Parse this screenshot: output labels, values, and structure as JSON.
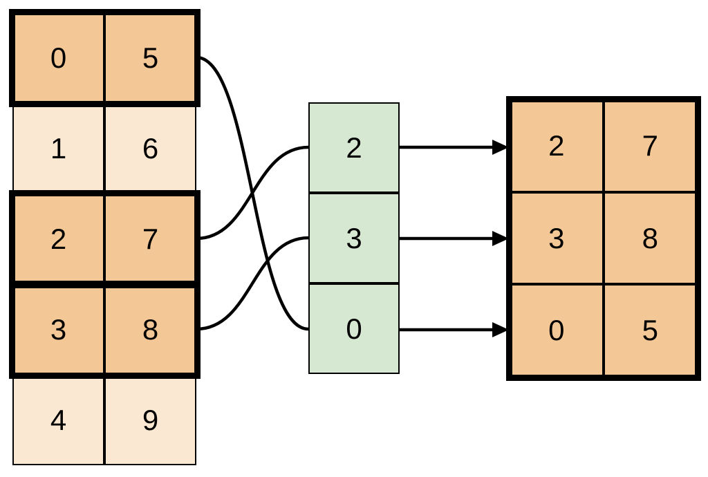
{
  "colors": {
    "highlight_fill": "#F4C896",
    "muted_fill": "#FBE8D3",
    "index_fill": "#D6E8D1",
    "line_color": "#000000",
    "bg": "#FFFFFF"
  },
  "diagram": {
    "description": "Fancy-indexing diagram: a 5x2 source matrix, a 3x1 index array selecting rows [2,3,0], and the resulting 3x2 matrix",
    "source_matrix": {
      "rows": [
        [
          "0",
          "5"
        ],
        [
          "1",
          "6"
        ],
        [
          "2",
          "7"
        ],
        [
          "3",
          "8"
        ],
        [
          "4",
          "9"
        ]
      ],
      "highlighted_row_indices": [
        0,
        2,
        3
      ]
    },
    "index_array": {
      "values": [
        "2",
        "3",
        "0"
      ]
    },
    "result_matrix": {
      "rows": [
        [
          "2",
          "7"
        ],
        [
          "3",
          "8"
        ],
        [
          "0",
          "5"
        ]
      ]
    },
    "connections": {
      "curves": [
        {
          "from_source_row": 0,
          "to_index_cell": 2
        },
        {
          "from_source_row": 2,
          "to_index_cell": 0
        },
        {
          "from_source_row": 3,
          "to_index_cell": 1
        }
      ],
      "arrows": [
        {
          "from_index_cell": 0,
          "to_result_row": 0
        },
        {
          "from_index_cell": 1,
          "to_result_row": 1
        },
        {
          "from_index_cell": 2,
          "to_result_row": 2
        }
      ]
    }
  }
}
